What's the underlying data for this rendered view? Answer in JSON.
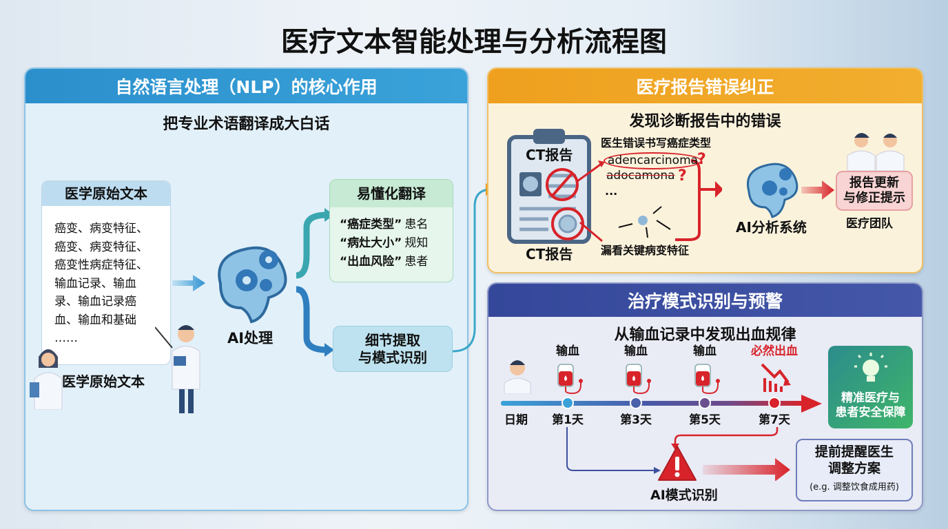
{
  "title": "医疗文本智能处理与分析流程图",
  "nlp": {
    "header": "自然语言处理（NLP）的核心作用",
    "subtitle": "把专业术语翻译成大白话",
    "raw_box": {
      "header": "医学原始文本",
      "lines": [
        "癌变、病变特征、",
        "癌变、病变特征、",
        "癌变性病症特征、",
        "输血记录、输血",
        "录、输血记录癌",
        "血、输血和基础",
        "……"
      ]
    },
    "raw_caption": "医学原始文本",
    "ai_label": "AI处理",
    "translate_box": {
      "header": "易懂化翻译",
      "rows": [
        {
          "term": "“癌症类型”",
          "note": "患名"
        },
        {
          "term": "“病灶大小”",
          "note": "规知"
        },
        {
          "term": "“出血风险”",
          "note": "患者"
        }
      ]
    },
    "extract_box": "细节提取\n与模式识别"
  },
  "correction": {
    "header": "医疗报告错误纠正",
    "subtitle": "发现诊断报告中的错误",
    "clipboard_title": "CT报告",
    "clipboard_caption": "CT报告",
    "error_title": "医生错误书写癌症类型",
    "error_word_1": "adencarcinoma",
    "error_word_2": "adocamona",
    "question_mark": "?",
    "ellipsis": "...",
    "missed": "漏看关键病变特征",
    "ai_label": "AI分析系统",
    "update_box": "报告更新\n与修正提示",
    "team": "医疗团队"
  },
  "pattern": {
    "header": "治疗模式识别与预警",
    "subtitle": "从输血记录中发现出血规律",
    "timeline_start": "日期",
    "events": [
      {
        "top": "输血",
        "day": "第1天"
      },
      {
        "top": "输血",
        "day": "第3天"
      },
      {
        "top": "输血",
        "day": "第5天"
      },
      {
        "top": "必然出血",
        "day": "第7天"
      }
    ],
    "outcome_box": "精准医疗与\n患者安全保障",
    "ai_label": "AI模式识别",
    "alert_title": "提前提醒医生\n调整方案",
    "alert_note": "(e.g. 调整饮食成用药)"
  },
  "colors": {
    "blue": "#2f93cf",
    "orange": "#f0a523",
    "indigo": "#3d4f9e",
    "red": "#d8232a",
    "green": "#3fb56a"
  }
}
